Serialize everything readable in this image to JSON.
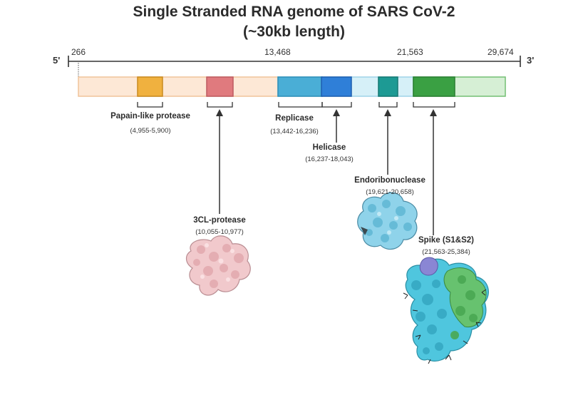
{
  "title": {
    "line1": "Single Stranded RNA genome of SARS CoV-2",
    "line2": "(~30kb length)"
  },
  "genome": {
    "five_prime": "5'",
    "three_prime": "3'",
    "positions": [
      "266",
      "13,468",
      "21,563",
      "29,674"
    ]
  },
  "proteins": [
    {
      "name": "Papain-like protease",
      "range": "(4,955-5,900)",
      "color": "#f0b13f"
    },
    {
      "name": "3CL-protease",
      "range": "(10,055-10,977)",
      "color": "#e07a7e"
    },
    {
      "name": "Replicase",
      "range": "(13,442-16,236)",
      "color": "#4aaed6"
    },
    {
      "name": "Helicase",
      "range": "(16,237-18,043)",
      "color": "#2f7fd8"
    },
    {
      "name": "Endoribonuclease",
      "range": "(19,621-20,658)",
      "color": "#1d9a94"
    },
    {
      "name": "Spike (S1&S2)",
      "range": "(21,563-25,384)",
      "color": "#3aa043"
    }
  ],
  "colors": {
    "orf1_background": "#fde8d6",
    "orf1_border": "#f0c49a",
    "light_blue": "#d6f0f8",
    "light_green": "#d6efd5",
    "structure_pink": "#f1c9cc",
    "structure_blue": "#8fd3ea",
    "structure_cyan": "#4fc6de",
    "structure_green": "#67c26f",
    "structure_purple": "#8a86d4"
  }
}
